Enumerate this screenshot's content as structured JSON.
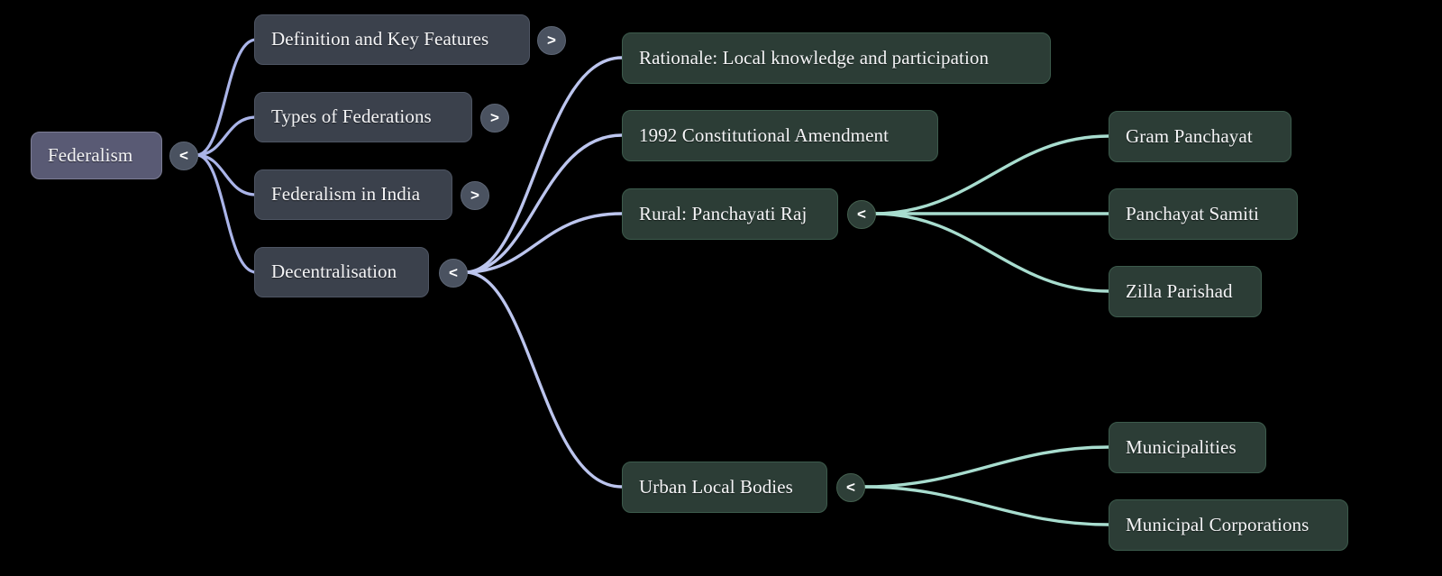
{
  "diagram": {
    "title": "Federalism mind map",
    "background_color": "#000000",
    "edge_colors": {
      "level1": "#aab4e8",
      "level2": "#a8ddcf"
    },
    "node_colors": {
      "root": "#595a74",
      "level1": "#3b414c",
      "level2": "#2c3d36"
    }
  },
  "nodes": {
    "root": {
      "label": "Federalism",
      "toggle": {
        "icon": "chevron-left-icon",
        "glyph": "<"
      }
    },
    "level1": [
      {
        "id": "definition",
        "label": "Definition and Key Features",
        "toggle": {
          "icon": "chevron-right-icon",
          "glyph": ">"
        }
      },
      {
        "id": "types",
        "label": "Types of Federations",
        "toggle": {
          "icon": "chevron-right-icon",
          "glyph": ">"
        }
      },
      {
        "id": "india",
        "label": "Federalism in India",
        "toggle": {
          "icon": "chevron-right-icon",
          "glyph": ">"
        }
      },
      {
        "id": "decentralisation",
        "label": "Decentralisation",
        "toggle": {
          "icon": "chevron-left-icon",
          "glyph": "<"
        }
      }
    ],
    "level2": [
      {
        "id": "rationale",
        "label": "Rationale: Local knowledge and participation"
      },
      {
        "id": "amendment",
        "label": "1992 Constitutional Amendment"
      },
      {
        "id": "rural",
        "label": "Rural: Panchayati Raj",
        "toggle": {
          "icon": "chevron-left-icon",
          "glyph": "<"
        }
      },
      {
        "id": "urban",
        "label": "Urban Local Bodies",
        "toggle": {
          "icon": "chevron-left-icon",
          "glyph": "<"
        }
      }
    ],
    "level3": [
      {
        "id": "gram-panchayat",
        "label": "Gram Panchayat"
      },
      {
        "id": "panchayat-samiti",
        "label": "Panchayat Samiti"
      },
      {
        "id": "zilla-parishad",
        "label": "Zilla Parishad"
      },
      {
        "id": "municipalities",
        "label": "Municipalities"
      },
      {
        "id": "municipal-corporations",
        "label": "Municipal Corporations"
      }
    ]
  }
}
